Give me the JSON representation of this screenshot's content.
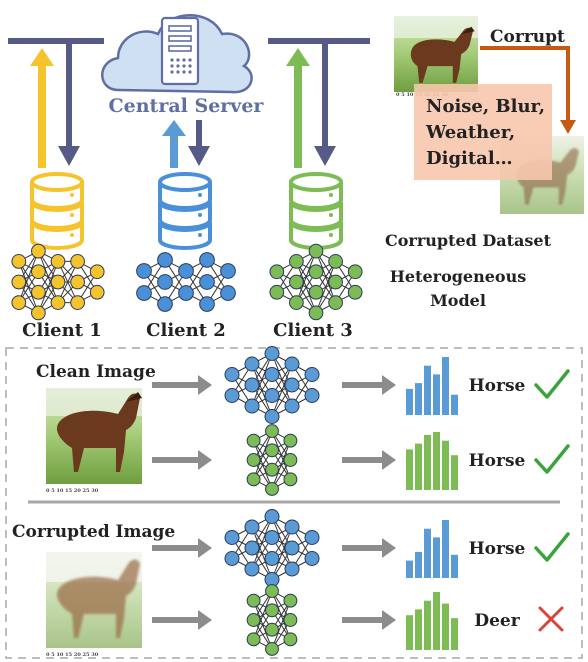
{
  "top": {
    "server_label": "Central  Server",
    "clients": [
      {
        "label": "Client 1",
        "color": "#F5C42C",
        "arrow_color": "#F5C42C"
      },
      {
        "label": "Client 2",
        "color": "#4A90D9",
        "arrow_color": "#5B9BD5"
      },
      {
        "label": "Client 3",
        "color": "#7DBB55",
        "arrow_color": "#7DBB55"
      }
    ],
    "down_arrow_color": "#565a86",
    "bar_color": "#565a86",
    "corrupt_label": "Corrupt",
    "corrupt_arrow_color": "#C55A11",
    "corruption_types": [
      "Noise, Blur,",
      "Weather,",
      "Digital…"
    ],
    "corrupted_dataset_label": "Corrupted Dataset",
    "heterogeneous_model_label": [
      "Heterogeneous",
      "Model"
    ]
  },
  "bottom": {
    "sections": [
      {
        "title": "Clean Image",
        "rows": [
          {
            "model_color": "#5B9BD5",
            "bar_color": "#5B9BD5",
            "prediction": "Horse",
            "result": "correct"
          },
          {
            "model_color": "#7DBB55",
            "bar_color": "#7DBB55",
            "prediction": "Horse",
            "result": "correct"
          }
        ]
      },
      {
        "title": "Corrupted Image",
        "rows": [
          {
            "model_color": "#5B9BD5",
            "bar_color": "#5B9BD5",
            "prediction": "Horse",
            "result": "correct"
          },
          {
            "model_color": "#7DBB55",
            "bar_color": "#7DBB55",
            "prediction": "Deer",
            "result": "wrong"
          }
        ]
      }
    ],
    "check_color": "#3CA33C",
    "cross_color": "#D9443A"
  }
}
